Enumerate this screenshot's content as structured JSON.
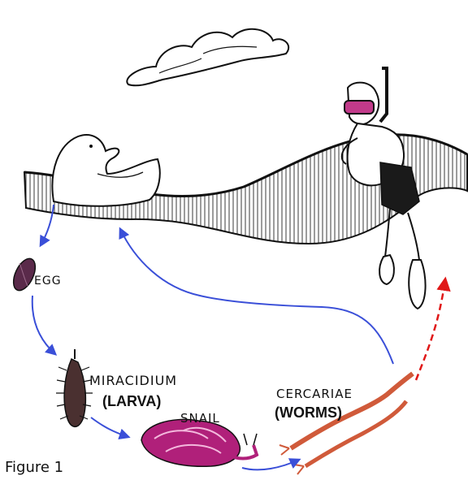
{
  "labels": {
    "egg": "EGG",
    "miracidium": "MIRACIDIUM",
    "larva": "(LARVA)",
    "snail": "SNAIL",
    "cercariae": "CERCARIAE",
    "worms": "(WORMS)"
  },
  "caption": "Figure 1",
  "colors": {
    "cycle_arrow": "#3a4fd8",
    "infection_arrow": "#e01818",
    "egg": "#5a2a4a",
    "miracidium": "#4a3030",
    "snail": "#b0207a",
    "cercariae": "#d05a3a",
    "mask": "#c23a8a"
  }
}
